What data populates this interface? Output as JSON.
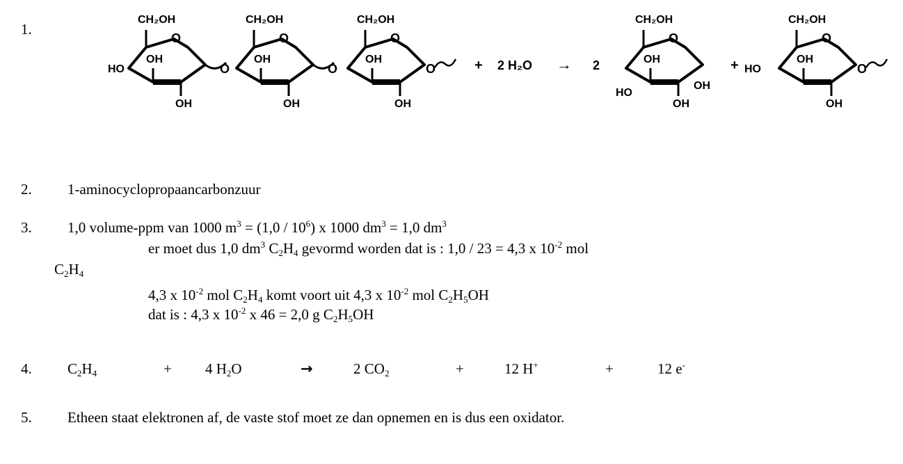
{
  "items": [
    {
      "number": "1."
    },
    {
      "number": "2.",
      "text": "1-aminocyclopropaancarbonzuur"
    },
    {
      "number": "3."
    },
    {
      "number": "4."
    },
    {
      "number": "5.",
      "text": "Etheen staat elektronen af, de vaste stof moet ze dan opnemen en is dus een oxidator."
    }
  ],
  "scheme": {
    "ring_label_ch2oh": "CH₂OH",
    "ring_label_o": "O",
    "ring_label_oh": "OH",
    "ring_label_ho": "HO",
    "plus": "+",
    "water": "2 H₂O",
    "arrow": "→",
    "coef": "2"
  },
  "calc": {
    "l1_a": "1,0 volume-ppm van 1000 m",
    "l1_b": "3",
    "l1_c": " = (1,0 / 10",
    "l1_d": "6",
    "l1_e": ") x 1000 dm",
    "l1_f": "3",
    "l1_g": " = 1,0 dm",
    "l1_h": "3",
    "l2_a": "er moet dus 1,0 dm",
    "l2_b": "3",
    "l2_c": " C",
    "l2_d": "2",
    "l2_e": "H",
    "l2_f": "4",
    "l2_g": " gevormd worden dat is : 1,0 / 23 = 4,3 x 10",
    "l2_h": "-2",
    "l2_i": " mol",
    "l3_a": "C",
    "l3_b": "2",
    "l3_c": "H",
    "l3_d": "4",
    "l4_a": "4,3 x 10",
    "l4_b": "-2",
    "l4_c": " mol C",
    "l4_d": "2",
    "l4_e": "H",
    "l4_f": "4",
    "l4_g": " komt voort uit 4,3 x 10",
    "l4_h": "-2",
    "l4_i": " mol C",
    "l4_j": "2",
    "l4_k": "H",
    "l4_l": "5",
    "l4_m": "OH",
    "l5_a": "dat is : 4,3 x 10",
    "l5_b": "-2",
    "l5_c": " x 46 = 2,0 g C",
    "l5_d": "2",
    "l5_e": "H",
    "l5_f": "5",
    "l5_g": "OH"
  },
  "reaction4": {
    "t1a": "C",
    "t1b": "2",
    "t1c": "H",
    "t1d": "4",
    "plus1": "+",
    "t2a": "4 H",
    "t2b": "2",
    "t2c": "O",
    "arrow": "→",
    "t3a": "2 CO",
    "t3b": "2",
    "plus2": "+",
    "t4a": "12 H",
    "t4b": "+",
    "plus3": "+",
    "t5a": "12 e",
    "t5b": "-"
  }
}
